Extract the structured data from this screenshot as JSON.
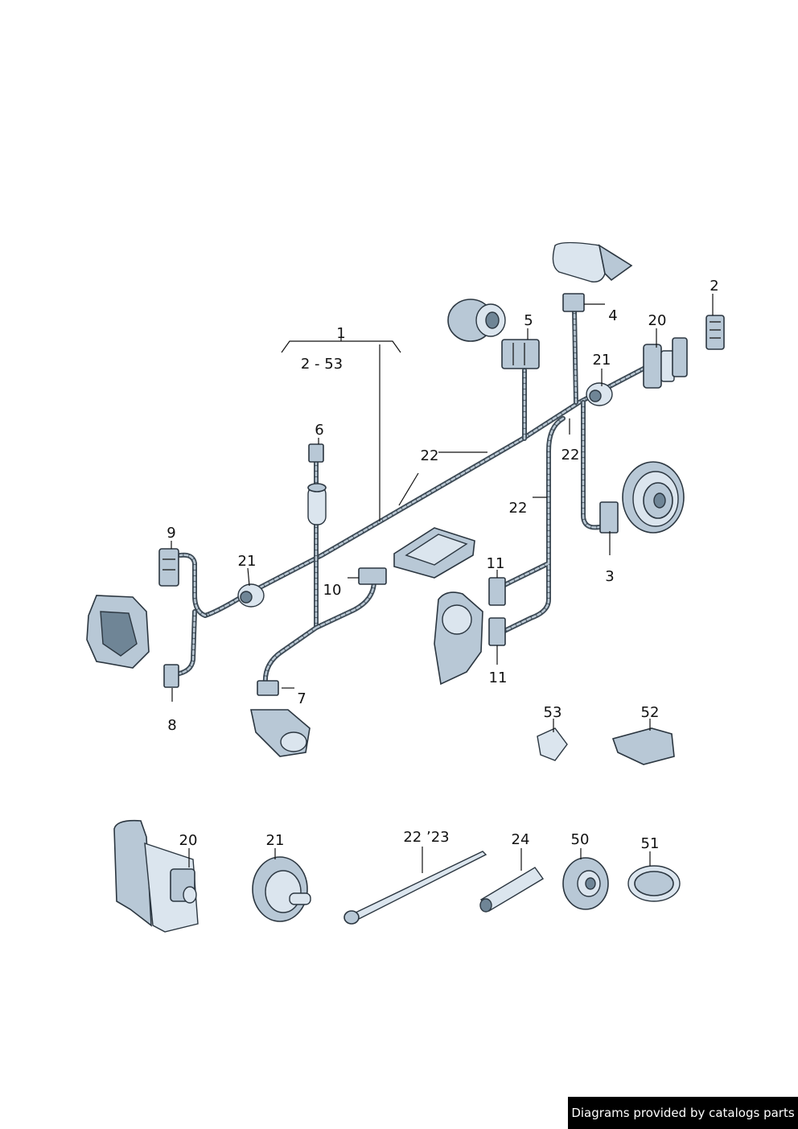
{
  "callouts": [
    {
      "id": "c1",
      "text": "1"
    },
    {
      "id": "c2_53",
      "text": "2 - 53"
    },
    {
      "id": "c2",
      "text": "2"
    },
    {
      "id": "c3",
      "text": "3"
    },
    {
      "id": "c4",
      "text": "4"
    },
    {
      "id": "c5",
      "text": "5"
    },
    {
      "id": "c6",
      "text": "6"
    },
    {
      "id": "c7",
      "text": "7"
    },
    {
      "id": "c8",
      "text": "8"
    },
    {
      "id": "c9",
      "text": "9"
    },
    {
      "id": "c10",
      "text": "10"
    },
    {
      "id": "c11a",
      "text": "11"
    },
    {
      "id": "c11b",
      "text": "11"
    },
    {
      "id": "c20a",
      "text": "20"
    },
    {
      "id": "c21a",
      "text": "21"
    },
    {
      "id": "c21b",
      "text": "21"
    },
    {
      "id": "c22a",
      "text": "22"
    },
    {
      "id": "c22b",
      "text": "22"
    },
    {
      "id": "c22c",
      "text": "22"
    },
    {
      "id": "c52",
      "text": "52"
    },
    {
      "id": "c53",
      "text": "53"
    },
    {
      "id": "c20b",
      "text": "20"
    },
    {
      "id": "c21c",
      "text": "21"
    },
    {
      "id": "c22_23",
      "text": "22 ’23"
    },
    {
      "id": "c24",
      "text": "24"
    },
    {
      "id": "c50",
      "text": "50"
    },
    {
      "id": "c51",
      "text": "51"
    }
  ],
  "footer": {
    "text": "Diagrams provided by catalogs parts"
  }
}
